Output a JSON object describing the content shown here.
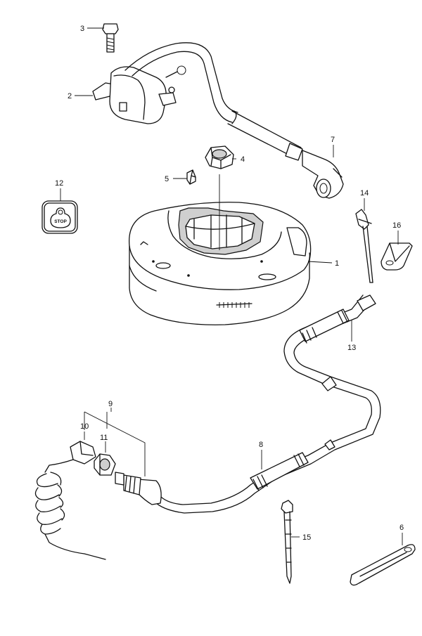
{
  "callouts": {
    "c1": "1",
    "c2": "2",
    "c3": "3",
    "c4": "4",
    "c5": "5",
    "c6": "6",
    "c7": "7",
    "c8": "8",
    "c9": "9",
    "c10": "10",
    "c11": "11",
    "c12": "12",
    "c13": "13",
    "c14": "14",
    "c15": "15",
    "c16": "16"
  },
  "stop_label": "STOP"
}
